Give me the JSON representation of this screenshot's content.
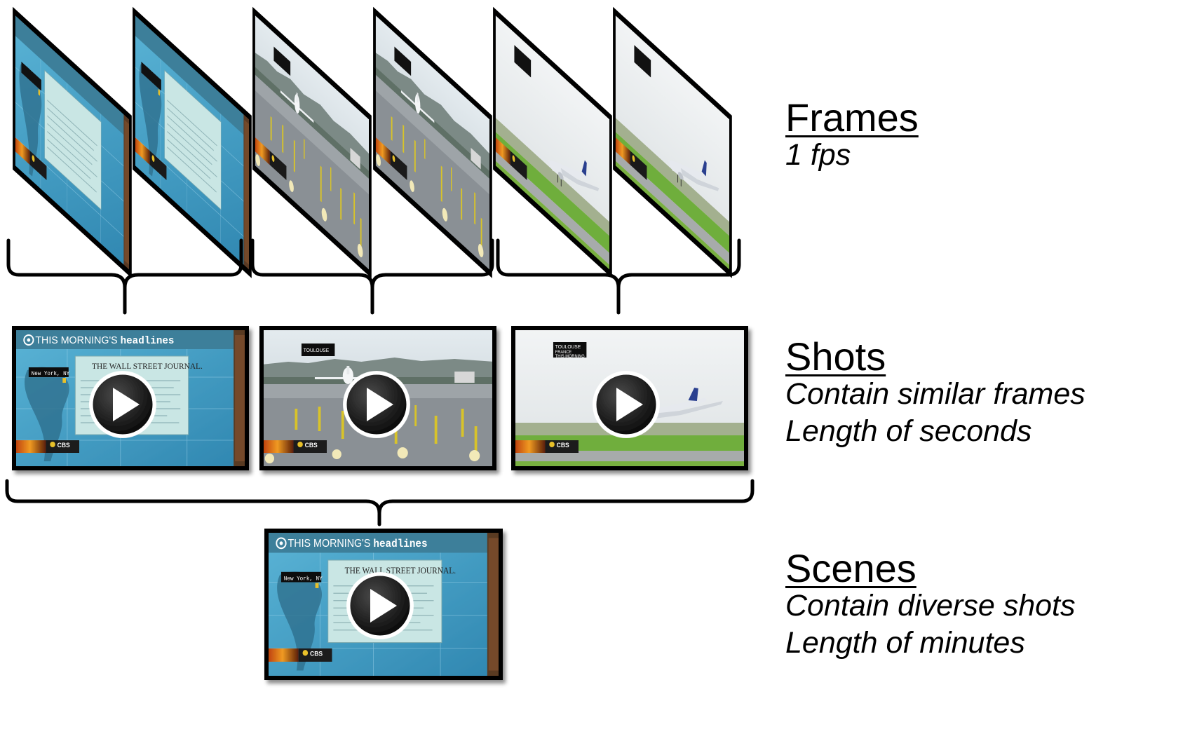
{
  "levels": {
    "frames": {
      "title": "Frames",
      "desc1": "1 fps"
    },
    "shots": {
      "title": "Shots",
      "desc1": "Contain similar frames",
      "desc2": "Length of seconds"
    },
    "scenes": {
      "title": "Scenes",
      "desc1": "Contain diverse shots",
      "desc2": "Length of minutes"
    }
  },
  "thumb_text": {
    "headline_a": "THIS MORNING'S ",
    "headline_b": "headlines",
    "paper": "THE WALL STREET JOURNAL.",
    "location": "New York, NY",
    "network": "CBS",
    "show": "THIS MORNING",
    "city": "TOULOUSE",
    "country": "FRANCE"
  },
  "colors": {
    "ink": "#000000",
    "news_blue": "#4aa3c8",
    "runway": "#8a9095",
    "grass": "#6fae3c",
    "marker": "#d8c32a"
  }
}
